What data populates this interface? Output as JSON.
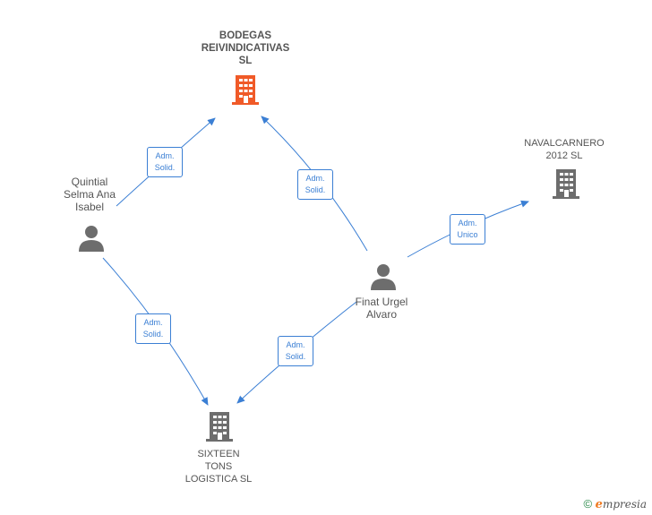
{
  "nodes": {
    "bodegas": {
      "label": "BODEGAS\nREIVINDICATIVAS\nSL",
      "type": "company",
      "color": "#f05a28"
    },
    "navalcarnero": {
      "label": "NAVALCARNERO\n2012 SL",
      "type": "company",
      "color": "#6d6d6d"
    },
    "sixteen": {
      "label": "SIXTEEN\nTONS\nLOGISTICA  SL",
      "type": "company",
      "color": "#6d6d6d"
    },
    "quintial": {
      "label": "Quintial\nSelma Ana\nIsabel",
      "type": "person",
      "color": "#6d6d6d"
    },
    "finat": {
      "label": "Finat Urgel\nAlvaro",
      "type": "person",
      "color": "#6d6d6d"
    }
  },
  "edges": [
    {
      "id": "e1",
      "label": "Adm.\nSolid."
    },
    {
      "id": "e2",
      "label": "Adm.\nSolid."
    },
    {
      "id": "e3",
      "label": "Adm.\nUnico"
    },
    {
      "id": "e4",
      "label": "Adm.\nSolid."
    },
    {
      "id": "e5",
      "label": "Adm.\nSolid."
    }
  ],
  "edge_color": "#3b7fd4",
  "footer": {
    "copyright": "©",
    "brand_initial": "e",
    "brand_rest": "mpresia"
  }
}
